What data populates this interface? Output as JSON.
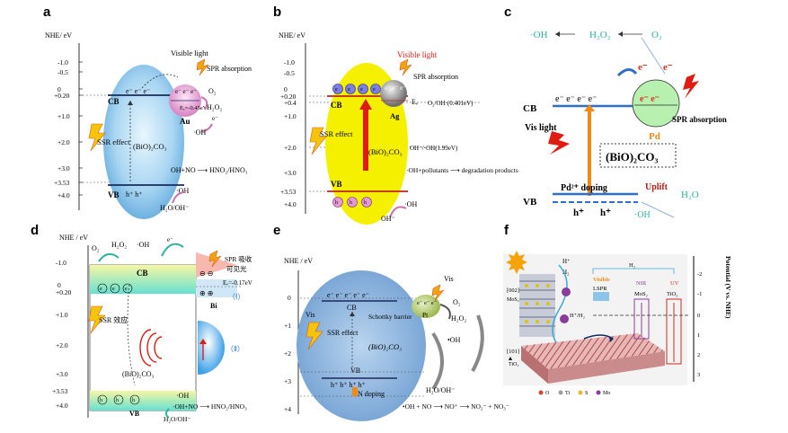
{
  "panels": {
    "a": {
      "label": "a",
      "axis_title": "NHE/ eV",
      "ticks": [
        "-1.0",
        "-0.5",
        "0",
        "+0.20",
        "+1.0",
        "+2.0",
        "+3.0",
        "+3.53",
        "+4.0"
      ],
      "cb": "CB",
      "vb": "VB",
      "material": "(BiO)₂CO₃",
      "ssr": "SSR effect",
      "light": "Visible light",
      "spr": "SPR absorption",
      "fermi": "Eₑ=-0.45eV",
      "metal": "Au",
      "o2": "O₂",
      "h2o2": "H₂O₂",
      "oh_radical": "·OH",
      "reaction": "OH+NO ⟶ HNO₂/HNO₃",
      "oh2": "·OH",
      "h2o": "H₂O/OH⁻"
    },
    "b": {
      "label": "b",
      "axis_title": "NHE/ eV",
      "ticks": [
        "-1.0",
        "-0.5",
        "0",
        "+0.20",
        "+0.4",
        "+1.0",
        "+2.0",
        "+3.0",
        "+3.53",
        "+4.0"
      ],
      "cb": "CB",
      "vb": "VB",
      "material": "(BiO)₂CO₃",
      "ssr": "SSR effect",
      "light": "Visible light",
      "spr": "SPR absorption",
      "fermi": "Eₑ",
      "metal": "Ag",
      "o2_level": "O₂/OH·(0.401eV)",
      "oh_level": "OH⁻/·OH(1.99eV)",
      "degradation": "·OH+pollutants ⟶ degradation products",
      "oh_out": "·OH",
      "oh_in": "OH⁻"
    },
    "c": {
      "label": "c",
      "oh_left": "·OH",
      "h2o2": "H₂O₂",
      "o2": "O₂",
      "cb": "CB",
      "e_label": "e⁻",
      "vis": "Vis light",
      "material": "(BiO)₂CO₃",
      "metal": "Pd",
      "spr": "SPR absorption",
      "doping": "Pd²⁺ doping",
      "uplift": "Uplift",
      "vb": "VB",
      "h_label": "h⁺",
      "h2o": "H₂O",
      "oh_right": "·OH"
    },
    "d": {
      "label": "d",
      "axis_title": "NHE / eV",
      "ticks": [
        "-1.0",
        "0",
        "+0.20",
        "+1.0",
        "+2.0",
        "+3.0",
        "+3.53",
        "+4.0"
      ],
      "o2": "O₂",
      "h2o2": "H₂O₂",
      "oh_top": "·OH",
      "cb": "CB",
      "vb": "VB",
      "spr": "SPR 吸收",
      "visible": "可见光",
      "fermi": "Eₑ=-0.17eV",
      "metal": "Bi",
      "region1": "（Ⅰ）",
      "region2": "（Ⅱ）",
      "ssr": "SSR 效应",
      "material": "(BiO)₂CO₃",
      "oh_right": "·OH",
      "reaction": "·OH+NO ⟶ HNO₂/HNO₃",
      "h2o": "H₂O/OH⁻"
    },
    "e": {
      "label": "e",
      "axis_title": "NHE / eV",
      "ticks": [
        "0",
        "+1",
        "+2",
        "+3",
        "+4"
      ],
      "cb": "CB",
      "vb": "VB",
      "schottky": "Schottky barrier",
      "metal": "Pt",
      "vis_left": "Vis",
      "vis_right": "Vis",
      "ssr": "SSR effect",
      "material": "(BiO)₂CO₃",
      "o2": "O₂",
      "h2o2": "H₂O₂",
      "oh": "•OH",
      "h2o": "H₂O/OH⁻",
      "doping": "N doping",
      "reaction": "•OH + NO ⟶ NO⁺ ⟶ NO₂⁻ + NO₃⁻"
    },
    "f": {
      "label": "f",
      "hplus": "H⁺",
      "h2": "H₂",
      "facet_002": "[002]",
      "mos2": "MoS₂",
      "facet_101": "[101]",
      "tio2": "TiO₂",
      "legend": [
        "O",
        "Ti",
        "S",
        "Mo"
      ],
      "bracket": "H₂",
      "visible": "Visible",
      "lspr": "LSPR",
      "nir": "NIR",
      "mos2_b": "MoS₂",
      "uv": "UV",
      "tio2_b": "TiO₂",
      "hh2": "H⁺/H₂",
      "axis_title": "Potential (V vs. NHE)",
      "ticks": [
        "-2",
        "-1",
        "0",
        "1",
        "2",
        "3"
      ]
    }
  },
  "colors": {
    "cb_line": "#2a3a8c",
    "oh_green": "#2bb3a0",
    "orange": "#ef8a17",
    "red": "#d42a1c",
    "blue_ellipse": "#8ec3ea",
    "yellow_ellipse": "#f7f200"
  }
}
